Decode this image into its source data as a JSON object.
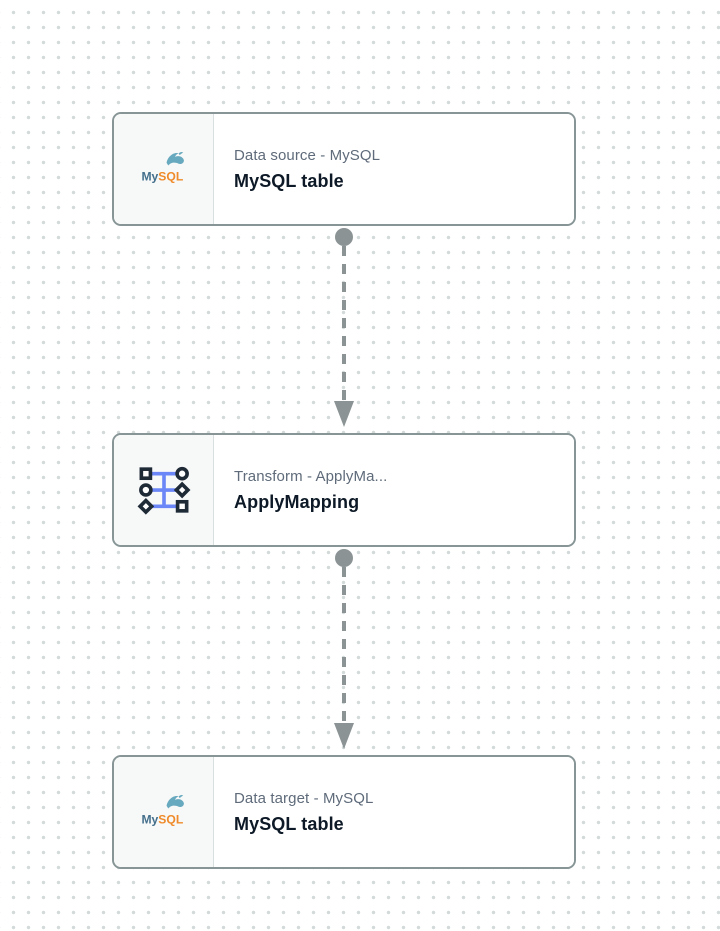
{
  "app": {
    "view": "visual-etl-canvas"
  },
  "nodes": [
    {
      "id": "data-source-mysql",
      "title": "Data source - MySQL",
      "label": "MySQL table",
      "icon": "mysql-logo"
    },
    {
      "id": "transform-applymapping",
      "title": "Transform - ApplyMa...",
      "label": "ApplyMapping",
      "icon": "apply-mapping-icon"
    },
    {
      "id": "data-target-mysql",
      "title": "Data target - MySQL",
      "label": "MySQL table",
      "icon": "mysql-logo"
    }
  ],
  "edges": [
    {
      "id": "edge-source-to-transform",
      "from": "data-source-mysql",
      "to": "transform-applymapping",
      "style": "dashed-arrow"
    },
    {
      "id": "edge-transform-to-target",
      "from": "transform-applymapping",
      "to": "data-target-mysql",
      "style": "dashed-arrow"
    }
  ],
  "mysql_logo": {
    "part1": "My",
    "part2": "SQL"
  },
  "colors": {
    "node_border": "#879596",
    "icon_panel_bg": "#f7f8f8",
    "title_text": "#5f6b7a",
    "label_text": "#0d1926",
    "edge_gray": "#8b9394",
    "canvas_dot": "#d3dada",
    "mapping_blue": "#6b87f7",
    "mapping_shape": "#1f2a37",
    "mysql_blue": "#44708c",
    "mysql_orange": "#ef8b2a",
    "mysql_dolphin": "#4d9bb4"
  }
}
